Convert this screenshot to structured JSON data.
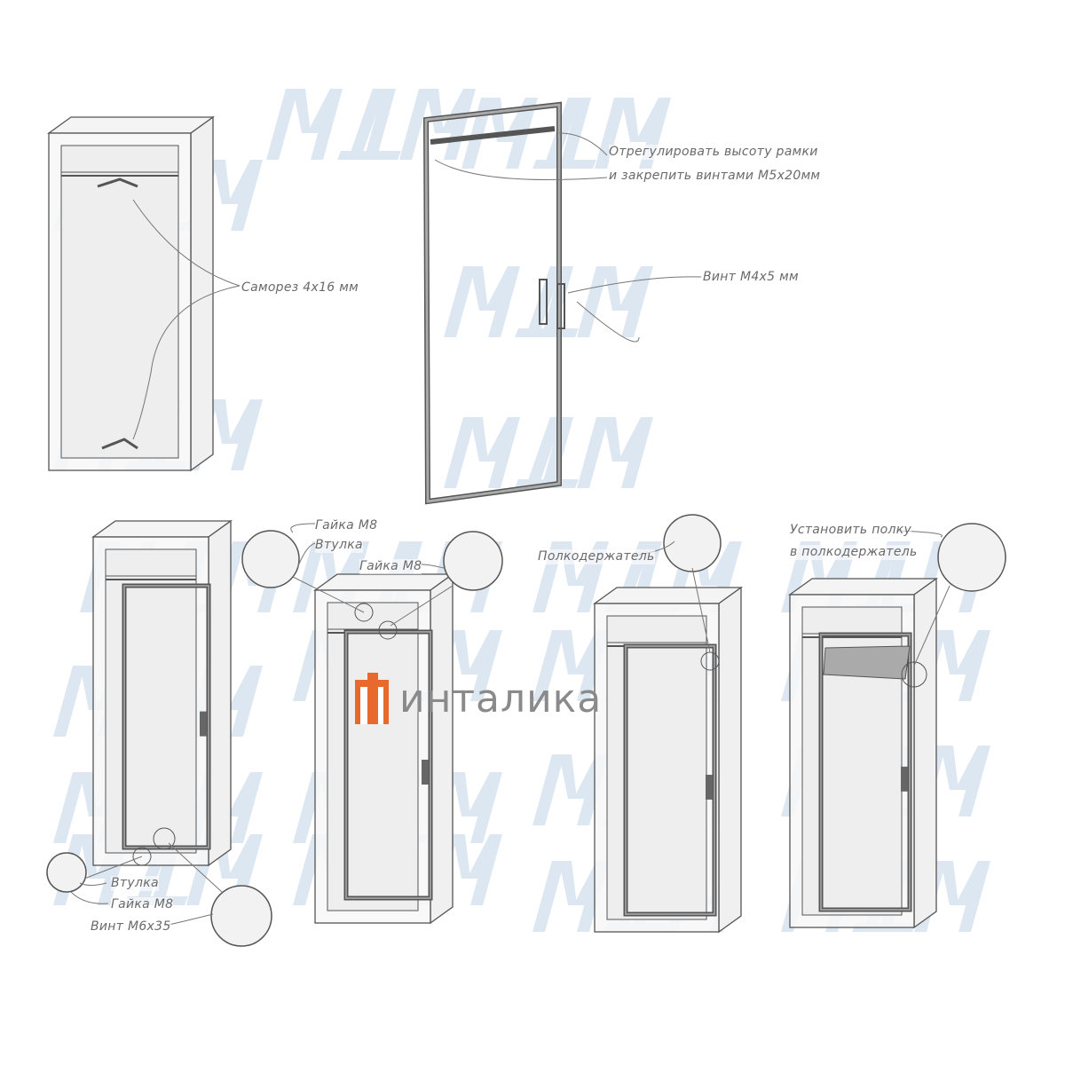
{
  "watermark": "MДM",
  "logo": {
    "text": "инталика",
    "color": "#e8692d"
  },
  "labels": {
    "screw_4x16": "Саморез 4х16 мм",
    "adjust_line1": "Отрегулировать высоту рамки",
    "adjust_line2": "и закрепить винтами M5x20мм",
    "screw_m4x5": "Винт M4x5 мм",
    "nut_m8_top": "Гайка M8",
    "bushing_top": "Втулка",
    "nut_m8_right": "Гайка M8",
    "bushing_bottom": "Втулка",
    "nut_m8_bottom": "Гайка M8",
    "screw_m6x35": "Винт M6x35",
    "shelf_holder": "Полкодержатель",
    "install_shelf_line1": "Установить полку",
    "install_shelf_line2": "в полкодержатель"
  }
}
